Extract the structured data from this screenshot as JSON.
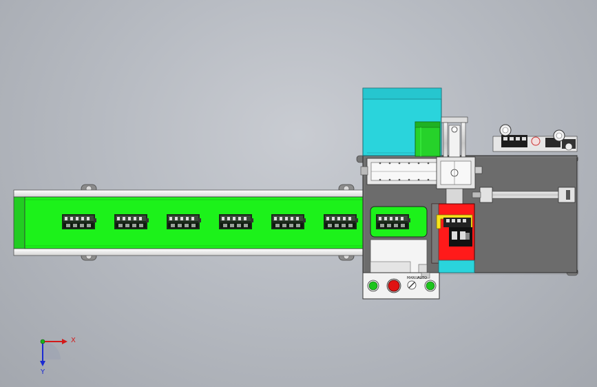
{
  "panel": {
    "mode_label": "MANUAL",
    "auto_label": "AUTO"
  },
  "triad": {
    "x_label": "X",
    "y_label": "Y"
  },
  "conveyor": {
    "part_count": 7
  },
  "colors": {
    "belt": "#1cf21a",
    "frame": "#6c6c6c",
    "hopper": "#2ad4dc",
    "fixture_red": "#ff1a1a",
    "fixture_yellow": "#f8e21a",
    "cylinder_green": "#26d22a",
    "start_button": "#1cc41c",
    "stop_button": "#e01212"
  }
}
